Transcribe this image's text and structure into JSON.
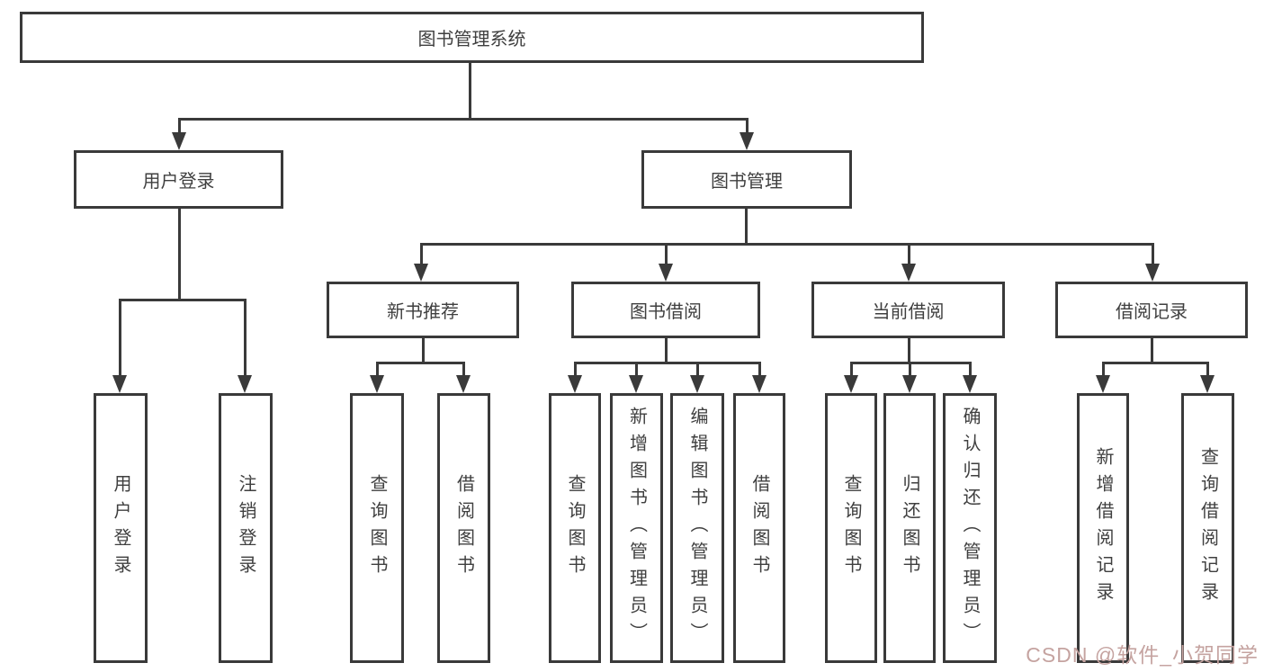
{
  "diagram": {
    "root": {
      "label": "图书管理系统"
    },
    "branches": [
      {
        "label": "用户登录",
        "children": [
          "用户登录",
          "注销登录"
        ]
      },
      {
        "label": "图书管理",
        "children_groups": [
          {
            "label": "新书推荐",
            "children": [
              "查询图书",
              "借阅图书"
            ]
          },
          {
            "label": "图书借阅",
            "children": [
              "查询图书",
              "新增图书（管理员）",
              "编辑图书（管理员）",
              "借阅图书"
            ]
          },
          {
            "label": "当前借阅",
            "children": [
              "查询图书",
              "归还图书",
              "确认归还（管理员）"
            ]
          },
          {
            "label": "借阅记录",
            "children": [
              "新增借阅记录",
              "查询借阅记录"
            ]
          }
        ]
      }
    ],
    "colors": {
      "line": "#3a3a3a",
      "text": "#3f3f3f",
      "watermark": "#c5a3a0"
    }
  },
  "watermark": {
    "text": "CSDN @软件_小贺同学"
  }
}
